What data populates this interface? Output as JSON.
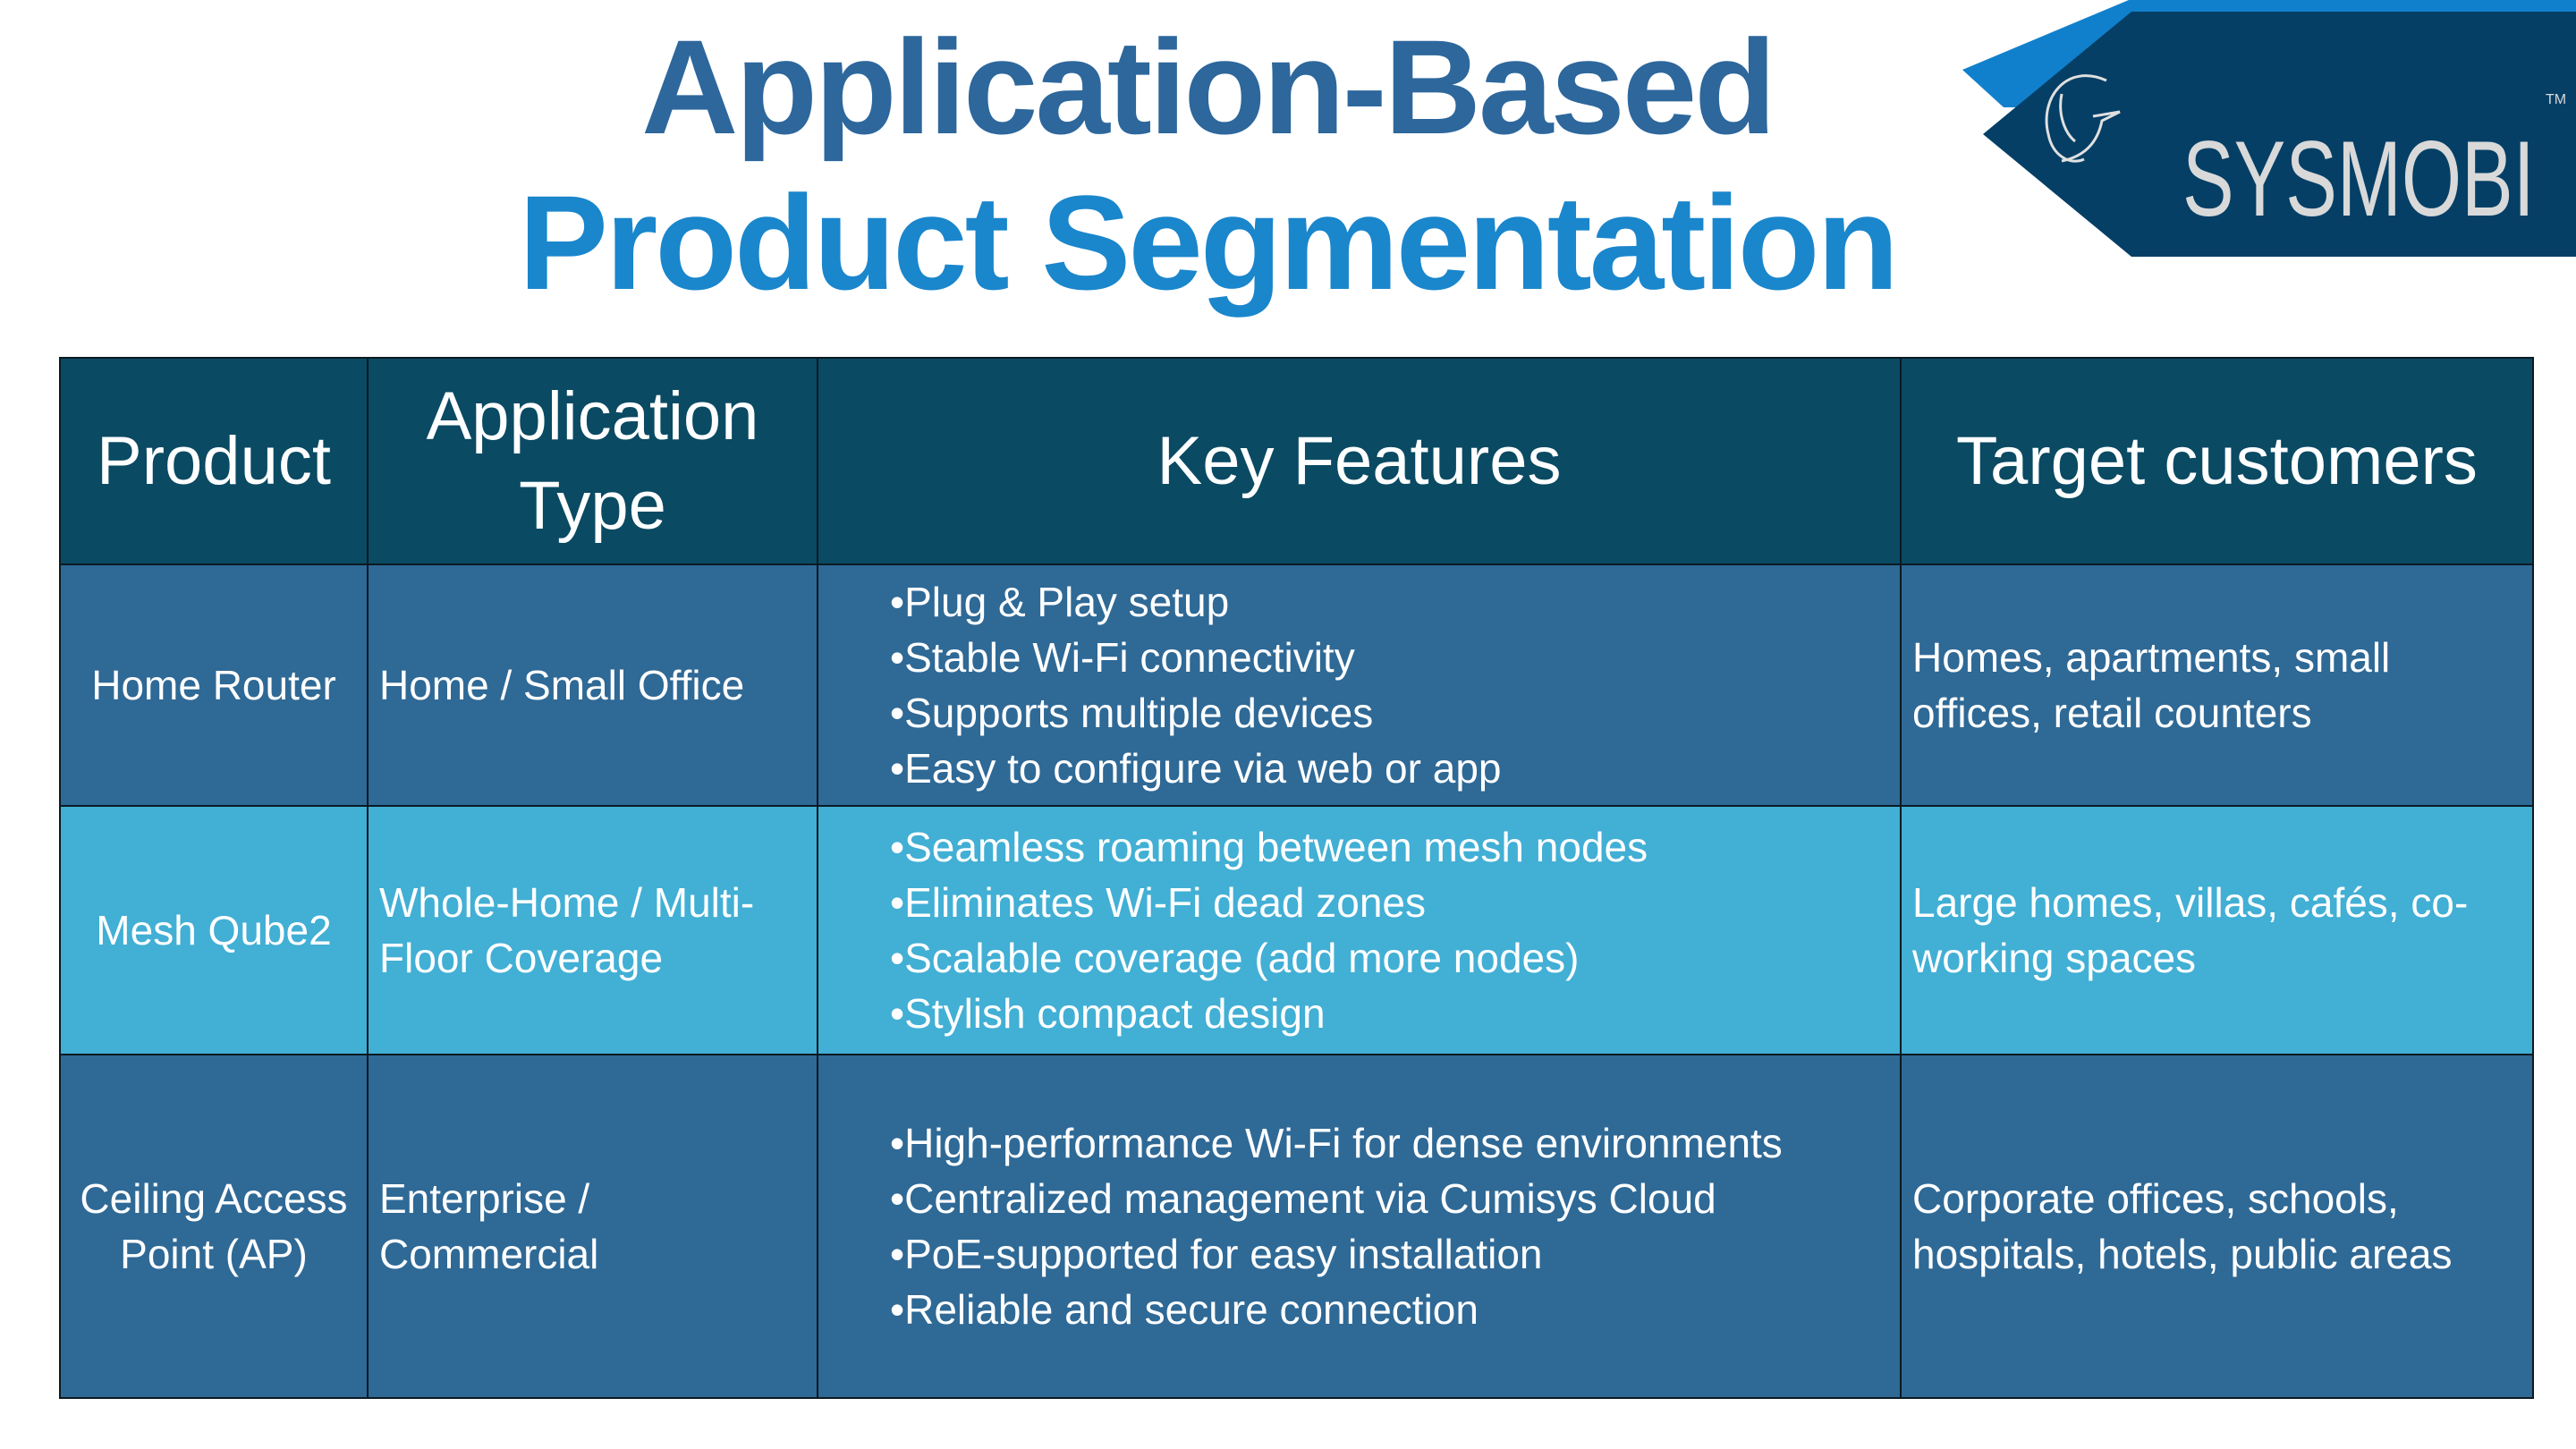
{
  "title": {
    "line1": "Application-Based",
    "line2": "Product Segmentation"
  },
  "logo": {
    "text": "SYSMOBI",
    "trademark": "TM"
  },
  "colors": {
    "header": "#0a4a63",
    "row_dark": "#2f6996",
    "row_light": "#42afd5",
    "title_dark": "#2d679c",
    "title_light": "#1a86cc"
  },
  "table": {
    "headers": [
      "Product",
      "Application Type",
      "Key Features",
      "Target customers"
    ],
    "rows": [
      {
        "product": "Home Router",
        "application": "Home / Small Office",
        "features": [
          "Plug & Play setup",
          "Stable Wi-Fi connectivity",
          "Supports multiple devices",
          "Easy to configure via web or app"
        ],
        "customers": "Homes, apartments, small offices, retail counters"
      },
      {
        "product": "Mesh Qube2",
        "application": "Whole-Home / Multi-Floor Coverage",
        "features": [
          "Seamless roaming between mesh nodes",
          "Eliminates Wi-Fi dead zones",
          "Scalable coverage (add more nodes)",
          "Stylish compact design"
        ],
        "customers": "Large homes, villas, cafés, co-working spaces"
      },
      {
        "product": "Ceiling Access Point (AP)",
        "application": "Enterprise / Commercial",
        "features": [
          "High-performance Wi-Fi for dense environments",
          "Centralized management via Cumisys Cloud",
          "PoE-supported for easy installation",
          "Reliable and secure connection"
        ],
        "customers": "Corporate offices, schools, hospitals, hotels, public areas"
      }
    ]
  }
}
